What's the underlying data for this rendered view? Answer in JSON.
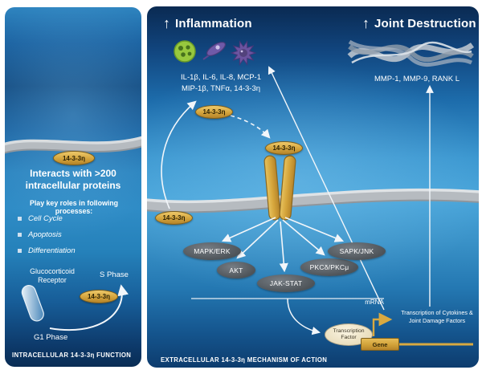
{
  "left": {
    "membrane_protein": "14-3-3η",
    "headline": "Interacts with >200 intracellular proteins",
    "subhead": "Play key roles in following processes:",
    "processes": [
      "Cell Cycle",
      "Apoptosis",
      "Differentiation"
    ],
    "gr_label": "Glucocorticoid Receptor",
    "s_phase": "S Phase",
    "g1_phase": "G1 Phase",
    "cycle_protein": "14-3-3η",
    "footer": "INTRACELLULAR 14-3-3η FUNCTION"
  },
  "right": {
    "up_arrow": "↑",
    "inflammation_title": "Inflammation",
    "joint_title": "Joint Destruction",
    "cytokines_line1": "IL-1β, IL-6, IL-8, MCP-1",
    "cytokines_line2": "MIP-1β, TNFα, 14-3-3η",
    "joint_factors": "MMP-1, MMP-9, RANK L",
    "ligand_upper": "14-3-3η",
    "ligand_bound": "14-3-3η",
    "ligand_outer": "14-3-3η",
    "signaling": [
      "MAPK/ERK",
      "AKT",
      "JAK-STAT",
      "PKCδ/PKCμ",
      "SAPK/JNK"
    ],
    "transcription_factor": "Transcription Factor",
    "gene": "Gene",
    "mrna": "mRNA",
    "transcription_note": "Transcription of Cytokines & Joint Damage Factors",
    "footer": "EXTRACELLULAR 14-3-3η MECHANISM OF ACTION"
  },
  "colors": {
    "gold": "#d9a940",
    "membrane": "#b6bbc0",
    "signal_oval": "#565c62"
  }
}
